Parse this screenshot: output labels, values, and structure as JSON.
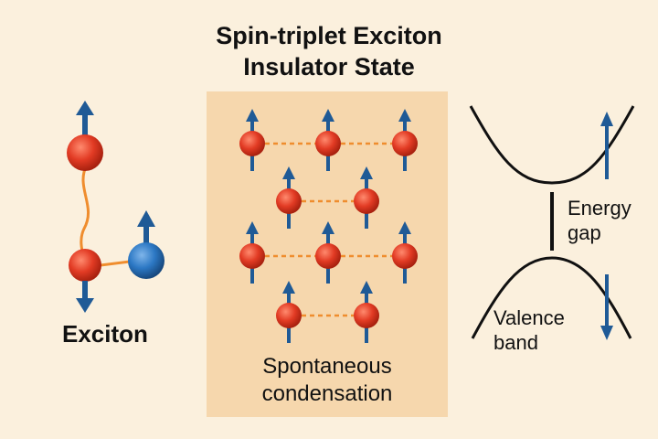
{
  "title": {
    "line1": "Spin-triplet Exciton",
    "line2": "Insulator State"
  },
  "exciton": {
    "label": "Exciton"
  },
  "condensate": {
    "line1": "Spontaneous",
    "line2": "condensation"
  },
  "band": {
    "gap_line1": "Energy",
    "gap_line2": "gap",
    "valence_line1": "Valence",
    "valence_line2": "band"
  },
  "colors": {
    "background": "#fbf0dd",
    "panel": "#f6d7ad",
    "electron": "#e23b24",
    "hole": "#2c78c4",
    "spin_arrow": "#1f5a96",
    "bond": "#ef8d2e"
  },
  "icons": {
    "electron": "red-sphere",
    "hole": "blue-sphere",
    "spin": "arrow"
  }
}
